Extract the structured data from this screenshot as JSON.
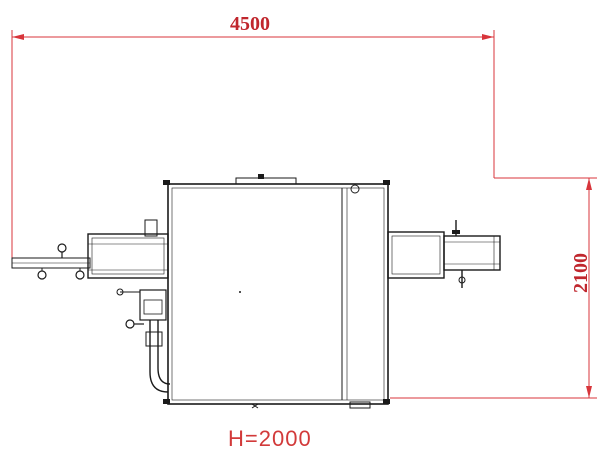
{
  "drawing": {
    "overall_width_label": "4500",
    "overall_depth_label": "2100",
    "height_label": "H=2000",
    "dimension_color": "#d8353b",
    "line_color": "#1a1a1a"
  }
}
